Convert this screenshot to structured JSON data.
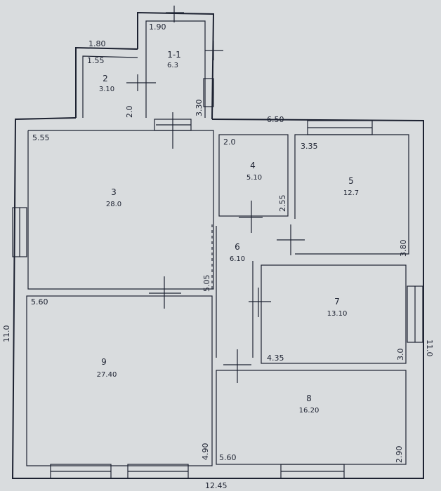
{
  "dimensions": {
    "top_wing_width": "1.90",
    "left_wing_top": "1.80",
    "left_wing_inner": "1.55",
    "left_wing_height": "2.0",
    "top_wing_height": "3.30",
    "top_right_length": "6.50",
    "room3_width": "5.55",
    "room4_width": "2.0",
    "room5_width": "3.35",
    "room4_height": "2.55",
    "room5_height": "3.80",
    "room9_width": "5.60",
    "corridor_height": "5.05",
    "room7_width": "4.35",
    "room7_height": "3.0",
    "room9_height": "4.90",
    "room8_width": "5.60",
    "room8_height": "2.90",
    "total_width": "12.45",
    "left_height": "11.0",
    "right_height": "11.0"
  },
  "rooms": {
    "r1_1": {
      "number": "1-1",
      "area": "6.3"
    },
    "r2": {
      "number": "2",
      "area": "3.10"
    },
    "r3": {
      "number": "3",
      "area": "28.0"
    },
    "r4": {
      "number": "4",
      "area": "5.10"
    },
    "r5": {
      "number": "5",
      "area": "12.7"
    },
    "r6": {
      "number": "6",
      "area": "6.10"
    },
    "r7": {
      "number": "7",
      "area": "13.10"
    },
    "r8": {
      "number": "8",
      "area": "16.20"
    },
    "r9": {
      "number": "9",
      "area": "27.40"
    }
  },
  "colors": {
    "paper": "#d9dcde",
    "ink": "#1d2231"
  }
}
